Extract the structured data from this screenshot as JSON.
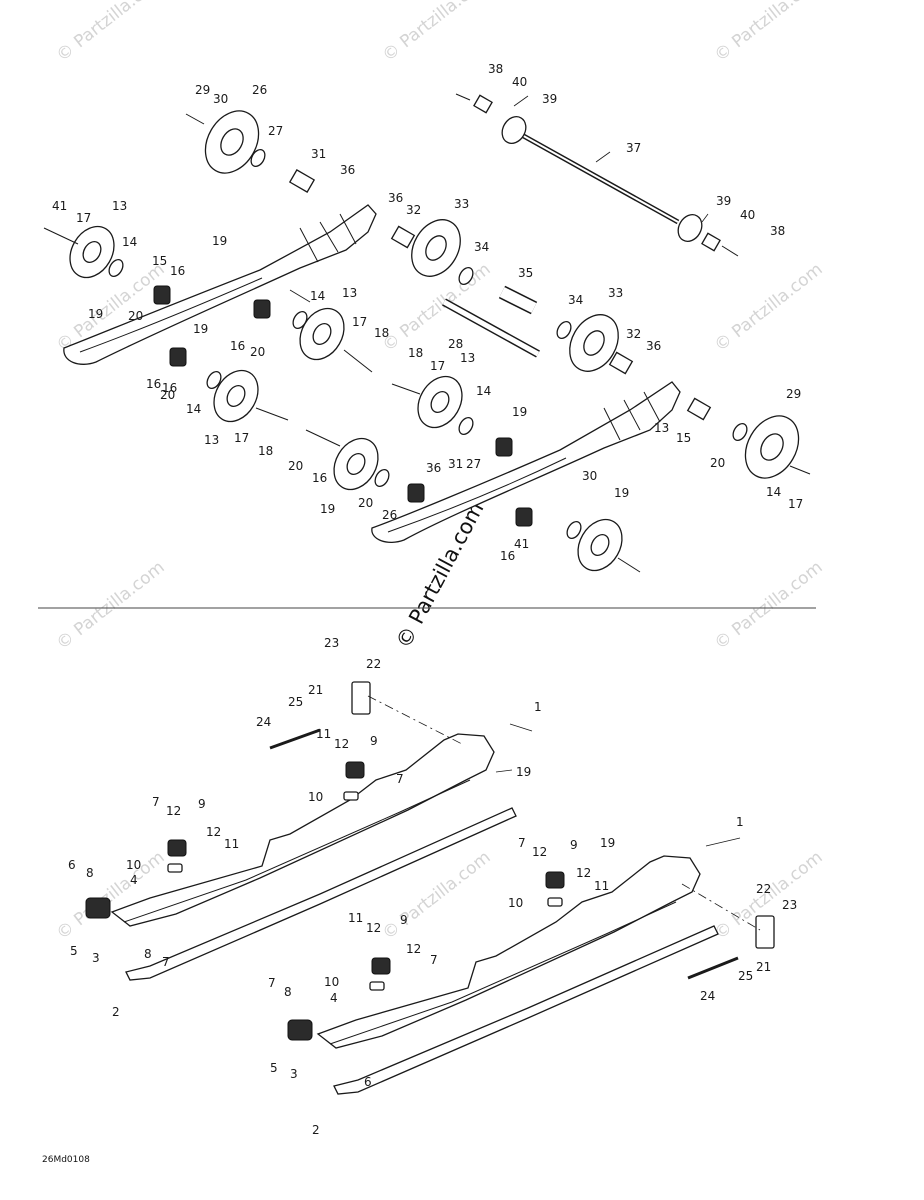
{
  "watermark": {
    "text": "© Partzilla.com",
    "center_text": "© Partzilla.com"
  },
  "diagram_code": "26Md0108",
  "callouts": {
    "upper": [
      "29",
      "30",
      "26",
      "27",
      "31",
      "36",
      "38",
      "40",
      "39",
      "37",
      "41",
      "17",
      "13",
      "14",
      "15",
      "16",
      "19",
      "20",
      "36",
      "32",
      "33",
      "34",
      "35",
      "34",
      "33",
      "28",
      "32",
      "36",
      "39",
      "40",
      "38",
      "19",
      "16",
      "20",
      "14",
      "13",
      "17",
      "18",
      "18",
      "17",
      "13",
      "14",
      "16",
      "20",
      "19",
      "18",
      "17",
      "13",
      "14",
      "16",
      "20",
      "16",
      "19",
      "20",
      "19",
      "26",
      "36",
      "31",
      "27",
      "30",
      "29",
      "13",
      "15",
      "20",
      "14",
      "17",
      "19",
      "41",
      "16"
    ],
    "lower": [
      "23",
      "22",
      "21",
      "25",
      "1",
      "24",
      "11",
      "12",
      "9",
      "7",
      "19",
      "10",
      "7",
      "12",
      "9",
      "12",
      "11",
      "6",
      "8",
      "10",
      "4",
      "5",
      "3",
      "8",
      "7",
      "2",
      "1",
      "19",
      "7",
      "12",
      "9",
      "12",
      "11",
      "10",
      "22",
      "23",
      "11",
      "12",
      "9",
      "12",
      "7",
      "10",
      "8",
      "7",
      "4",
      "21",
      "25",
      "24",
      "5",
      "3",
      "6",
      "2"
    ]
  }
}
